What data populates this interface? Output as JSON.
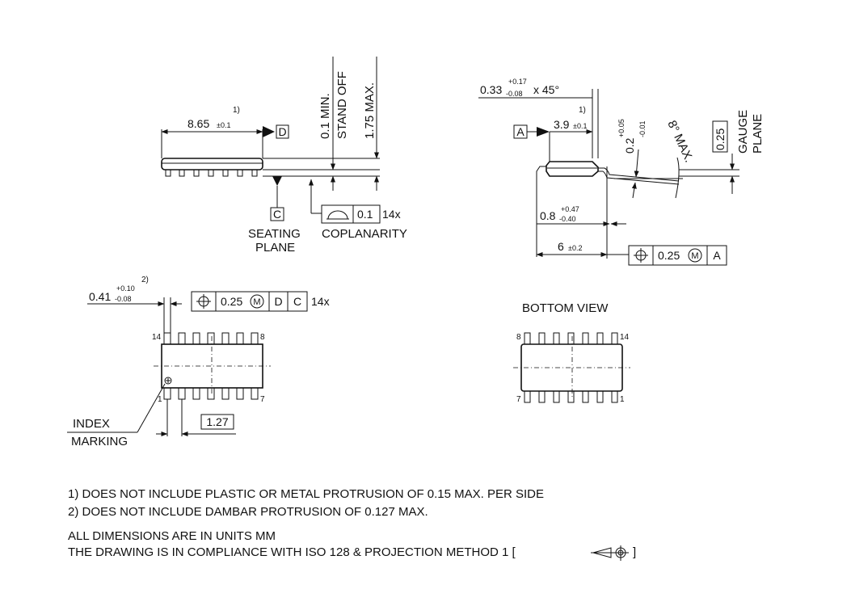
{
  "side_view": {
    "length_value": "8.65",
    "length_tol": "±0.1",
    "length_note": "1)",
    "datum_d": "D",
    "datum_c": "C",
    "standoff_label_1": "0.1 MIN.",
    "standoff_label_2": "STAND OFF",
    "height_label": "1.75 MAX.",
    "coplanarity_value": "0.1",
    "coplanarity_count": "14x",
    "seating_label_1": "SEATING",
    "seating_label_2": "PLANE",
    "coplanarity_label": "COPLANARITY"
  },
  "end_view": {
    "chamfer_value": "0.33",
    "chamfer_tol_upper": "+0.17",
    "chamfer_tol_lower": "-0.08",
    "chamfer_suffix": "x 45°",
    "width_note": "1)",
    "datum_a": "A",
    "body_width_value": "3.9",
    "body_width_tol": "±0.1",
    "lead_thick_value": "0.2",
    "lead_thick_tol_upper": "+0.05",
    "lead_thick_tol_lower": "-0.01",
    "angle_label": "8° MAX.",
    "gauge_value": "0.25",
    "gauge_label_1": "GAUGE",
    "gauge_label_2": "PLANE",
    "lead_len_value": "0.8",
    "lead_len_tol_upper": "+0.47",
    "lead_len_tol_lower": "-0.40",
    "total_width_value": "6",
    "total_width_tol": "±0.2",
    "position_tol_value": "0.25",
    "position_tol_mod": "M",
    "position_tol_datum": "A"
  },
  "top_view": {
    "lead_width_value": "0.41",
    "lead_width_tol_upper": "+0.10",
    "lead_width_tol_lower": "-0.08",
    "lead_width_note": "2)",
    "position_tol_value": "0.25",
    "position_tol_mod": "M",
    "datum_1": "D",
    "datum_2": "C",
    "position_tol_count": "14x",
    "pin_14": "14",
    "pin_8": "8",
    "pin_1": "1",
    "pin_7": "7",
    "pitch_value": "1.27",
    "index_label_1": "INDEX",
    "index_label_2": "MARKING"
  },
  "bottom_view": {
    "title": "BOTTOM VIEW",
    "pin_8": "8",
    "pin_14": "14",
    "pin_7": "7",
    "pin_1": "1"
  },
  "notes": {
    "note_1": "1) DOES NOT INCLUDE PLASTIC OR METAL PROTRUSION OF 0.15 MAX. PER SIDE",
    "note_2": "2) DOES NOT INCLUDE DAMBAR PROTRUSION OF 0.127 MAX.",
    "units": "ALL DIMENSIONS ARE IN UNITS MM",
    "compliance_prefix": "THE DRAWING IS IN COMPLIANCE WITH ISO 128 & PROJECTION METHOD 1 [",
    "compliance_suffix": "]"
  }
}
